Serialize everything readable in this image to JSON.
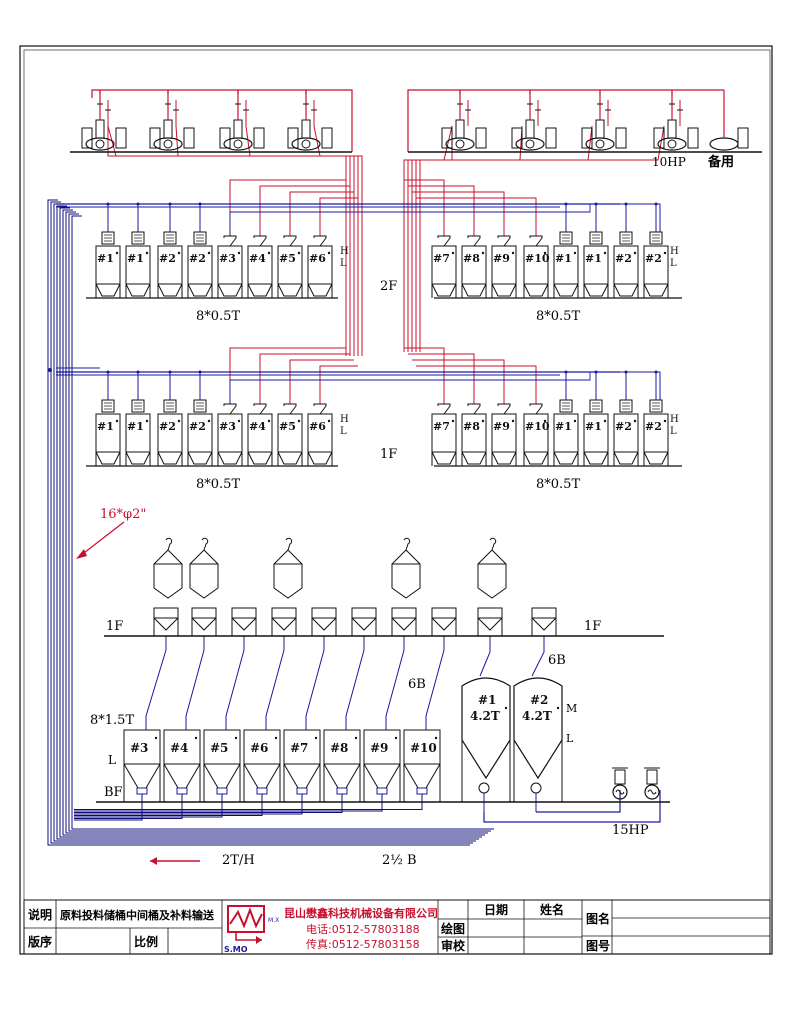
{
  "colors": {
    "red": "#c8102e",
    "blue": "#1a1aa0",
    "navy": "#0c0c7a",
    "ink": "#111111"
  },
  "labels": {
    "top_hp": "10HP",
    "top_spare": "备用",
    "floor2": "2F",
    "floor1": "1F",
    "cap_2f_left": "8*0.5T",
    "cap_2f_right": "8*0.5T",
    "cap_1f_left": "8*0.5T",
    "cap_1f_right": "8*0.5T",
    "pipe_count": "16*φ2\"",
    "ground_left": "1F",
    "ground_right": "1F",
    "b6_left": "6B",
    "b6_right": "6B",
    "bf_cap": "8*1.5T",
    "bf_l": "L",
    "bf": "BF",
    "big_m": "M",
    "big_l": "L",
    "pump_hp": "15HP",
    "legend_flow": "2T/H",
    "legend_pipe": "2½ B",
    "level_h": "H",
    "level_l": "L"
  },
  "bins_left": [
    "#1",
    "#1",
    "#2",
    "#2",
    "#3",
    "#4",
    "#5",
    "#6"
  ],
  "bins_right": [
    "#7",
    "#8",
    "#9",
    "#10",
    "#1",
    "#1",
    "#2",
    "#2"
  ],
  "bf_tanks": [
    "#3",
    "#4",
    "#5",
    "#6",
    "#7",
    "#8",
    "#9",
    "#10"
  ],
  "big_tanks": [
    {
      "id": "#1",
      "cap": "4.2T"
    },
    {
      "id": "#2",
      "cap": "4.2T"
    }
  ],
  "title_block": {
    "desc_label": "说明",
    "desc_value": "原料投料储桶中间桶及补料输送",
    "version_label": "版序",
    "scale_label": "比例",
    "company": "昆山懋鑫科技机械设备有限公司",
    "tel": "电话:0512-57803188",
    "fax": "传真:0512-57803158",
    "logo_text": "S.MO",
    "logo_small": "M.X",
    "date_label": "日期",
    "name_label": "姓名",
    "drawing_label": "绘图",
    "review_label": "审校",
    "figure_name_label": "图名",
    "figure_no_label": "图号"
  }
}
